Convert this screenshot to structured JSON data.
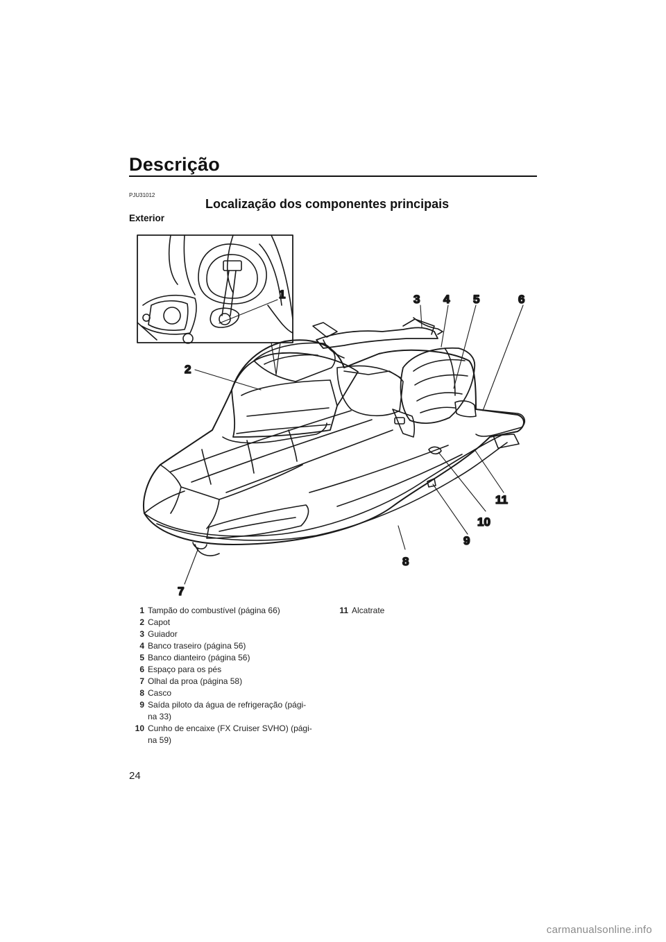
{
  "page": {
    "title": "Descrição",
    "doc_code": "PJU31012",
    "section_heading": "Localização dos componentes principais",
    "sub_heading": "Exterior",
    "page_number": "24",
    "watermark": "carmanualsonline.info"
  },
  "figure": {
    "callouts": [
      "1",
      "2",
      "3",
      "4",
      "5",
      "6",
      "7",
      "8",
      "9",
      "10",
      "11"
    ],
    "line_color": "#1a1a1a"
  },
  "legend": [
    {
      "num": "1",
      "text": "Tampão do combustível (página 66)"
    },
    {
      "num": "2",
      "text": "Capot"
    },
    {
      "num": "3",
      "text": "Guiador"
    },
    {
      "num": "4",
      "text": "Banco traseiro (página 56)"
    },
    {
      "num": "5",
      "text": "Banco dianteiro (página 56)"
    },
    {
      "num": "6",
      "text": "Espaço para os pés"
    },
    {
      "num": "7",
      "text": "Olhal da proa (página 58)"
    },
    {
      "num": "8",
      "text": "Casco"
    },
    {
      "num": "9",
      "text": "Saída piloto da água de refrigeração (pági-\nna 33)"
    },
    {
      "num": "10",
      "text": "Cunho de encaixe (FX Cruiser SVHO) (pági-\nna 59)"
    },
    {
      "num": "11",
      "text": "Alcatrate"
    }
  ]
}
